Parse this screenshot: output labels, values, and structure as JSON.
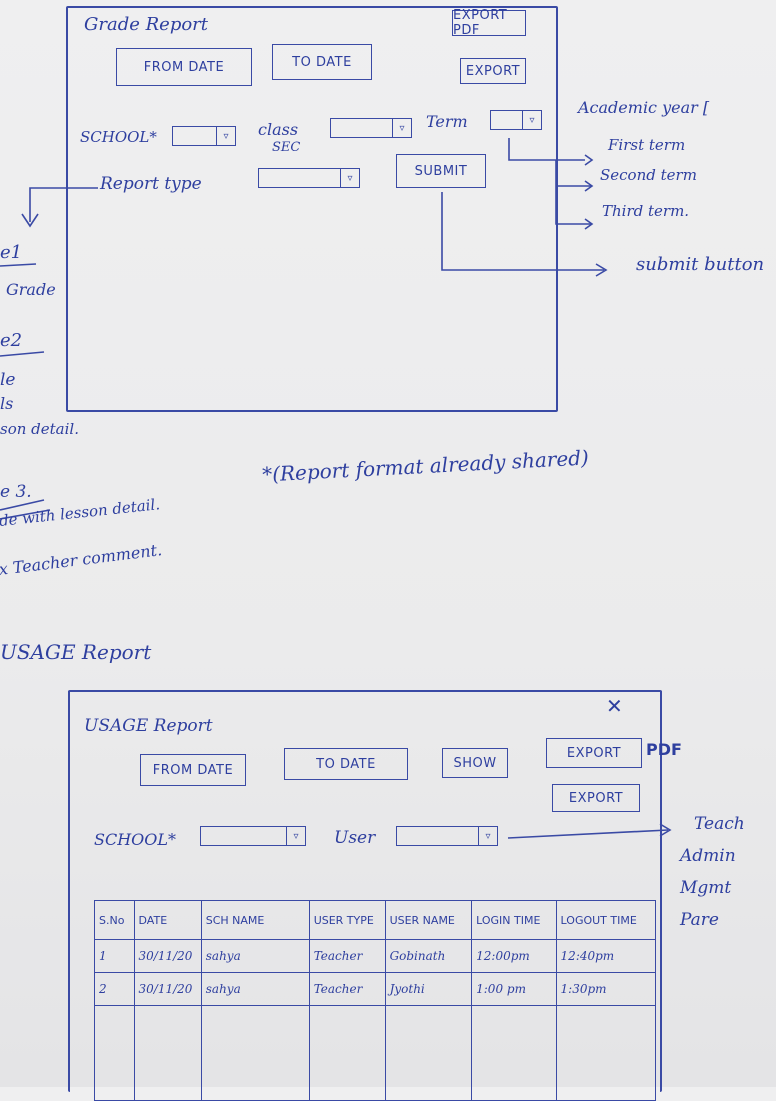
{
  "grade_report": {
    "title": "Grade Report",
    "export_pdf_label": "EXPORT PDF",
    "export_label": "EXPORT",
    "from_date_label": "FROM DATE",
    "to_date_label": "TO DATE",
    "school_label": "SCHOOL*",
    "class_label": "class",
    "sec_label": "SEC",
    "term_label": "Term",
    "report_type_label": "Report type",
    "submit_label": "SUBMIT"
  },
  "annotations": {
    "academic_year": "Academic year [",
    "first_term": "First term",
    "second_term": "Second term",
    "third_term": "Third term.",
    "submit_button": "submit button",
    "report_format": "*(Report format already shared)"
  },
  "left_margin_notes": {
    "type1": "e1",
    "grade": "Grade",
    "type2": "e2",
    "le": "le",
    "ls": "ls",
    "lesson_detail": "son detail.",
    "type3": "e 3.",
    "with_lesson": "de with lesson detail.",
    "teacher_comment": "x Teacher comment."
  },
  "usage_heading": "USAGE Report",
  "usage_report": {
    "title": "USAGE Report",
    "from_date_label": "FROM DATE",
    "to_date_label": "TO DATE",
    "show_label": "SHOW",
    "export_label": "EXPORT",
    "pdf_label": "PDF",
    "export2_label": "EXPORT",
    "school_label": "SCHOOL*",
    "user_label": "User",
    "user_options": [
      "Teach",
      "Admin",
      "Mgmt",
      "Pare"
    ],
    "table": {
      "headers": [
        "S.No",
        "DATE",
        "SCH NAME",
        "USER TYPE",
        "USER NAME",
        "LOGIN TIME",
        "LOGOUT TIME"
      ],
      "rows": [
        [
          "1",
          "30/11/20",
          "sahya",
          "Teacher",
          "Gobinath",
          "12:00pm",
          "12:40pm"
        ],
        [
          "2",
          "30/11/20",
          "sahya",
          "Teacher",
          "Jyothi",
          "1:00 pm",
          "1:30pm"
        ]
      ]
    }
  }
}
